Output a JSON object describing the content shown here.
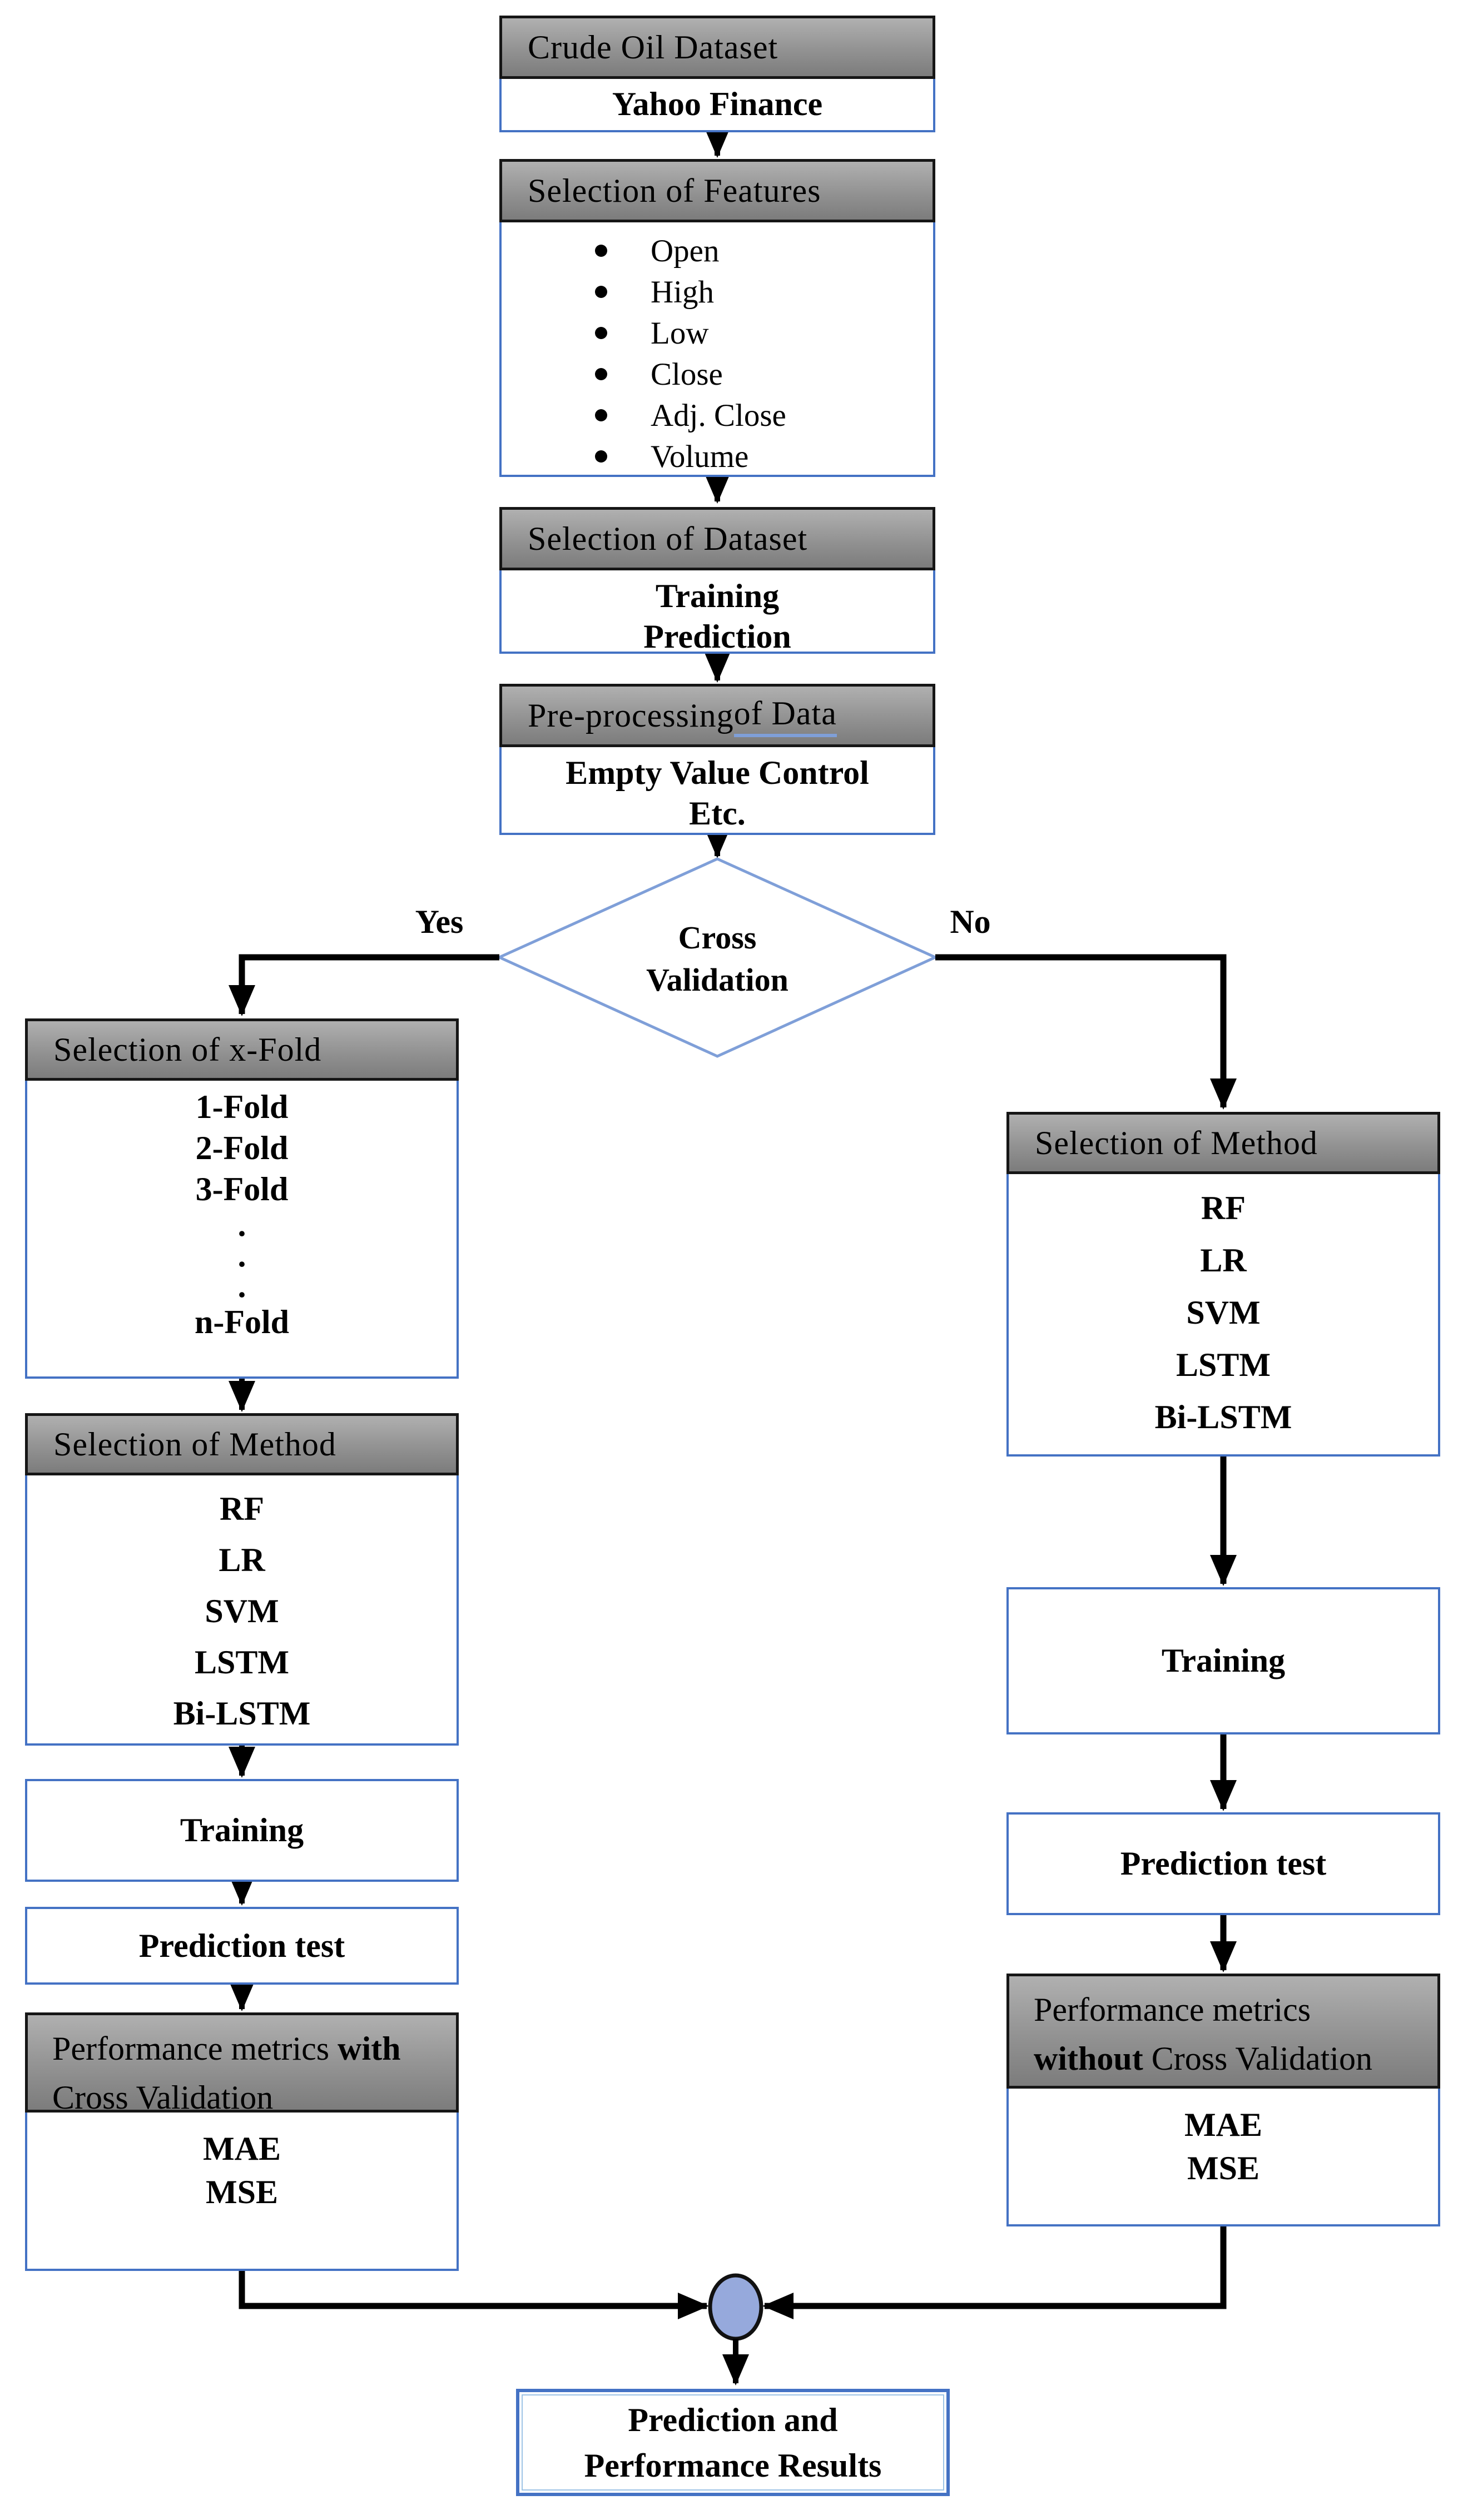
{
  "pipeline": {
    "crude": {
      "header": "Crude Oil Dataset",
      "body": "Yahoo Finance"
    },
    "features": {
      "header": "Selection of Features",
      "items": [
        "Open",
        "High",
        "Low",
        "Close",
        "Adj. Close",
        "Volume"
      ]
    },
    "dataset": {
      "header": "Selection of Dataset",
      "lines": [
        "Training",
        "Prediction"
      ]
    },
    "preproc": {
      "header_prefix": "Pre-processing ",
      "header_underlined": "of  Data",
      "lines": [
        "Empty Value Control",
        "Etc."
      ]
    },
    "decision": {
      "line1": "Cross",
      "line2": "Validation",
      "yes": "Yes",
      "no": "No"
    }
  },
  "left_branch": {
    "xfold": {
      "header": "Selection of x-Fold",
      "items": [
        "1-Fold",
        "2-Fold",
        "3-Fold",
        ".",
        ".",
        ".",
        "n-Fold"
      ]
    },
    "method": {
      "header": "Selection of Method",
      "items": [
        "RF",
        "LR",
        "SVM",
        "LSTM",
        "Bi-LSTM"
      ]
    },
    "training": "Training",
    "prediction_test": "Prediction test",
    "performance": {
      "prefix": "Performance metrics ",
      "bold_word": "with",
      "suffix": " Cross Validation",
      "metrics": [
        "MAE",
        "MSE"
      ]
    }
  },
  "right_branch": {
    "method": {
      "header": "Selection of Method",
      "items": [
        "RF",
        "LR",
        "SVM",
        "LSTM",
        "Bi-LSTM"
      ]
    },
    "training": "Training",
    "prediction_test": "Prediction test",
    "performance": {
      "prefix": "Performance metrics ",
      "bold_word": "without",
      "suffix": " Cross Validation",
      "metrics": [
        "MAE",
        "MSE"
      ]
    }
  },
  "result": {
    "line1": "Prediction and",
    "line2": "Performance Results"
  },
  "colors": {
    "header_gray": "#8f8f8f",
    "box_border_blue": "#4472c4",
    "diamond_blue": "#7f9fd8",
    "merge_circle_fill": "#96a9dc",
    "connector_black": "#000000"
  }
}
